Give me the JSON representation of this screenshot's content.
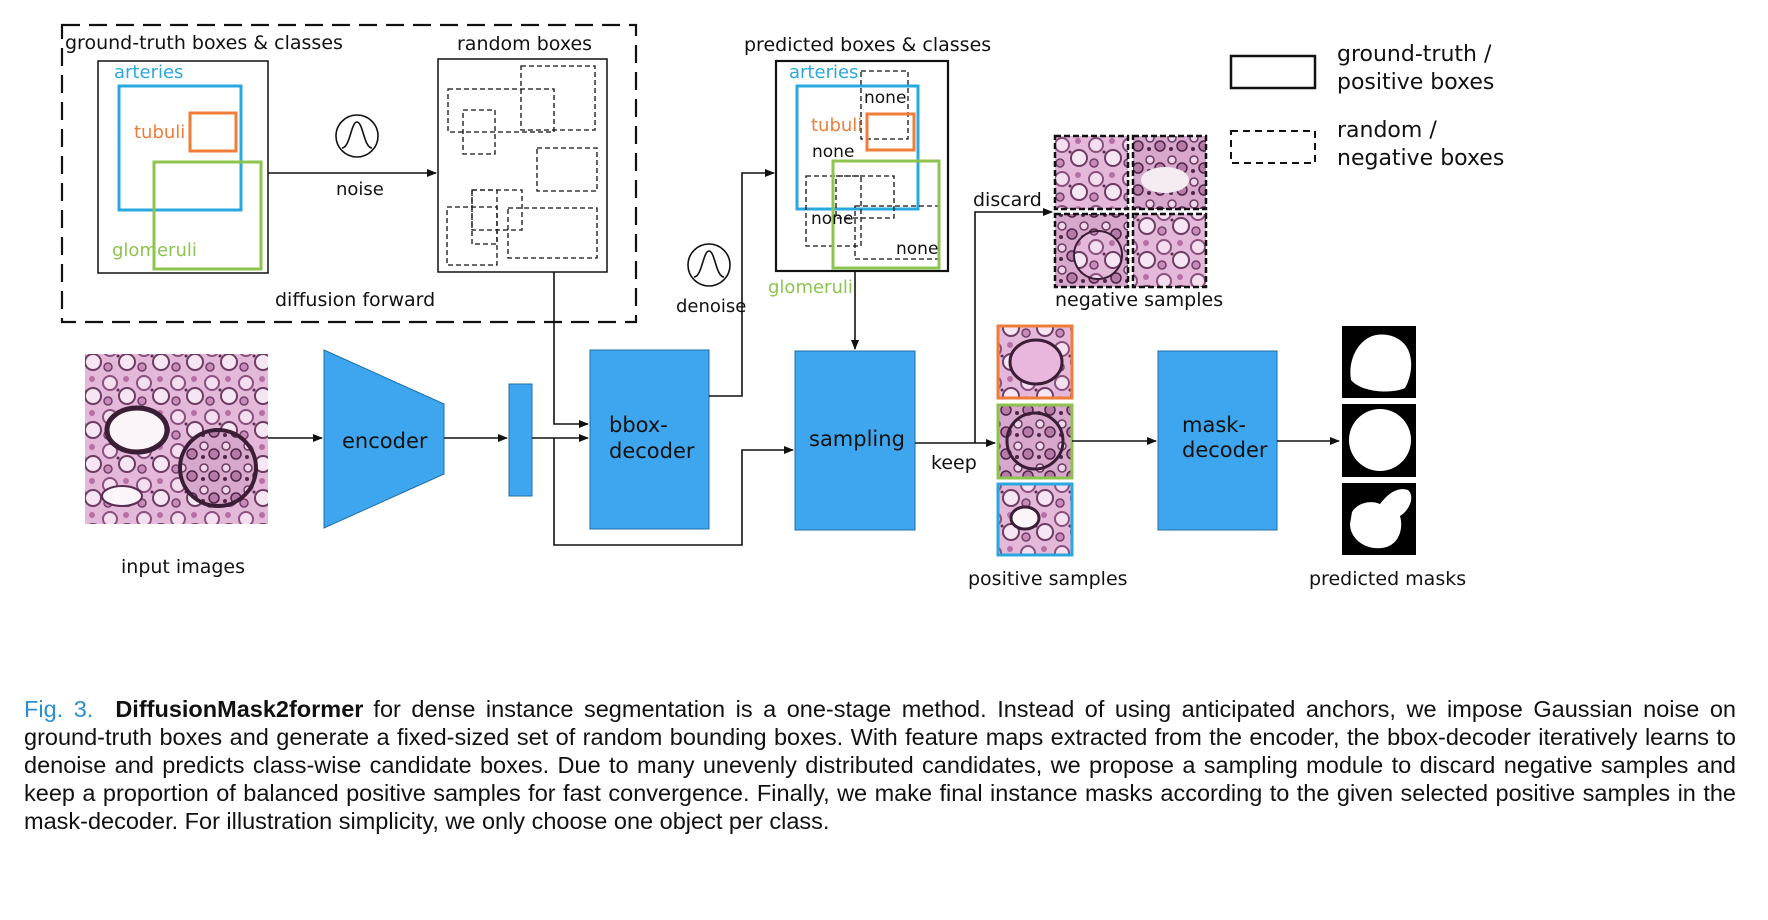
{
  "diagram": {
    "colors": {
      "block": "#3ea6ee",
      "arteries": "#29a8e0",
      "tubuli": "#ef7d3a",
      "glomeruli": "#8dc44f",
      "arrow": "#111111"
    },
    "diffusion_panel": {
      "gt_title": "ground-truth boxes & classes",
      "random_title": "random boxes",
      "noise_label": "noise",
      "footer": "diffusion forward",
      "gaussian_icon": "gaussian-curve-icon"
    },
    "classes": {
      "arteries": "arteries",
      "tubuli": "tubuli",
      "glomeruli": "glomeruli",
      "none": "none"
    },
    "predicted_title": "predicted boxes & classes",
    "denoise_label": "denoise",
    "blocks": {
      "encoder": "encoder",
      "bbox_decoder_line1": "bbox-",
      "bbox_decoder_line2": "decoder",
      "sampling": "sampling",
      "mask_decoder_line1": "mask-",
      "mask_decoder_line2": "decoder"
    },
    "labels": {
      "input_images": "input images",
      "discard": "discard",
      "keep": "keep",
      "negative_samples": "negative samples",
      "positive_samples": "positive samples",
      "predicted_masks": "predicted masks"
    },
    "legend": {
      "solid_line1": "ground-truth /",
      "solid_line2": "positive boxes",
      "dashed_line1": "random /",
      "dashed_line2": "negative boxes"
    }
  },
  "caption": {
    "fig": "Fig. 3.",
    "name": "DiffusionMask2former",
    "text": "for dense instance segmentation is a one-stage method. Instead of using anticipated anchors, we impose Gaussian noise on ground-truth boxes and generate a fixed-sized set of random bounding boxes. With feature maps extracted from the encoder, the bbox-decoder iteratively learns to denoise and predicts class-wise candidate boxes. Due to many unevenly distributed candidates, we propose a sampling module to discard negative samples and keep a proportion of balanced positive samples for fast convergence. Finally, we make final instance masks according to the given selected positive samples in the mask-decoder. For illustration simplicity, we only choose one object per class."
  }
}
